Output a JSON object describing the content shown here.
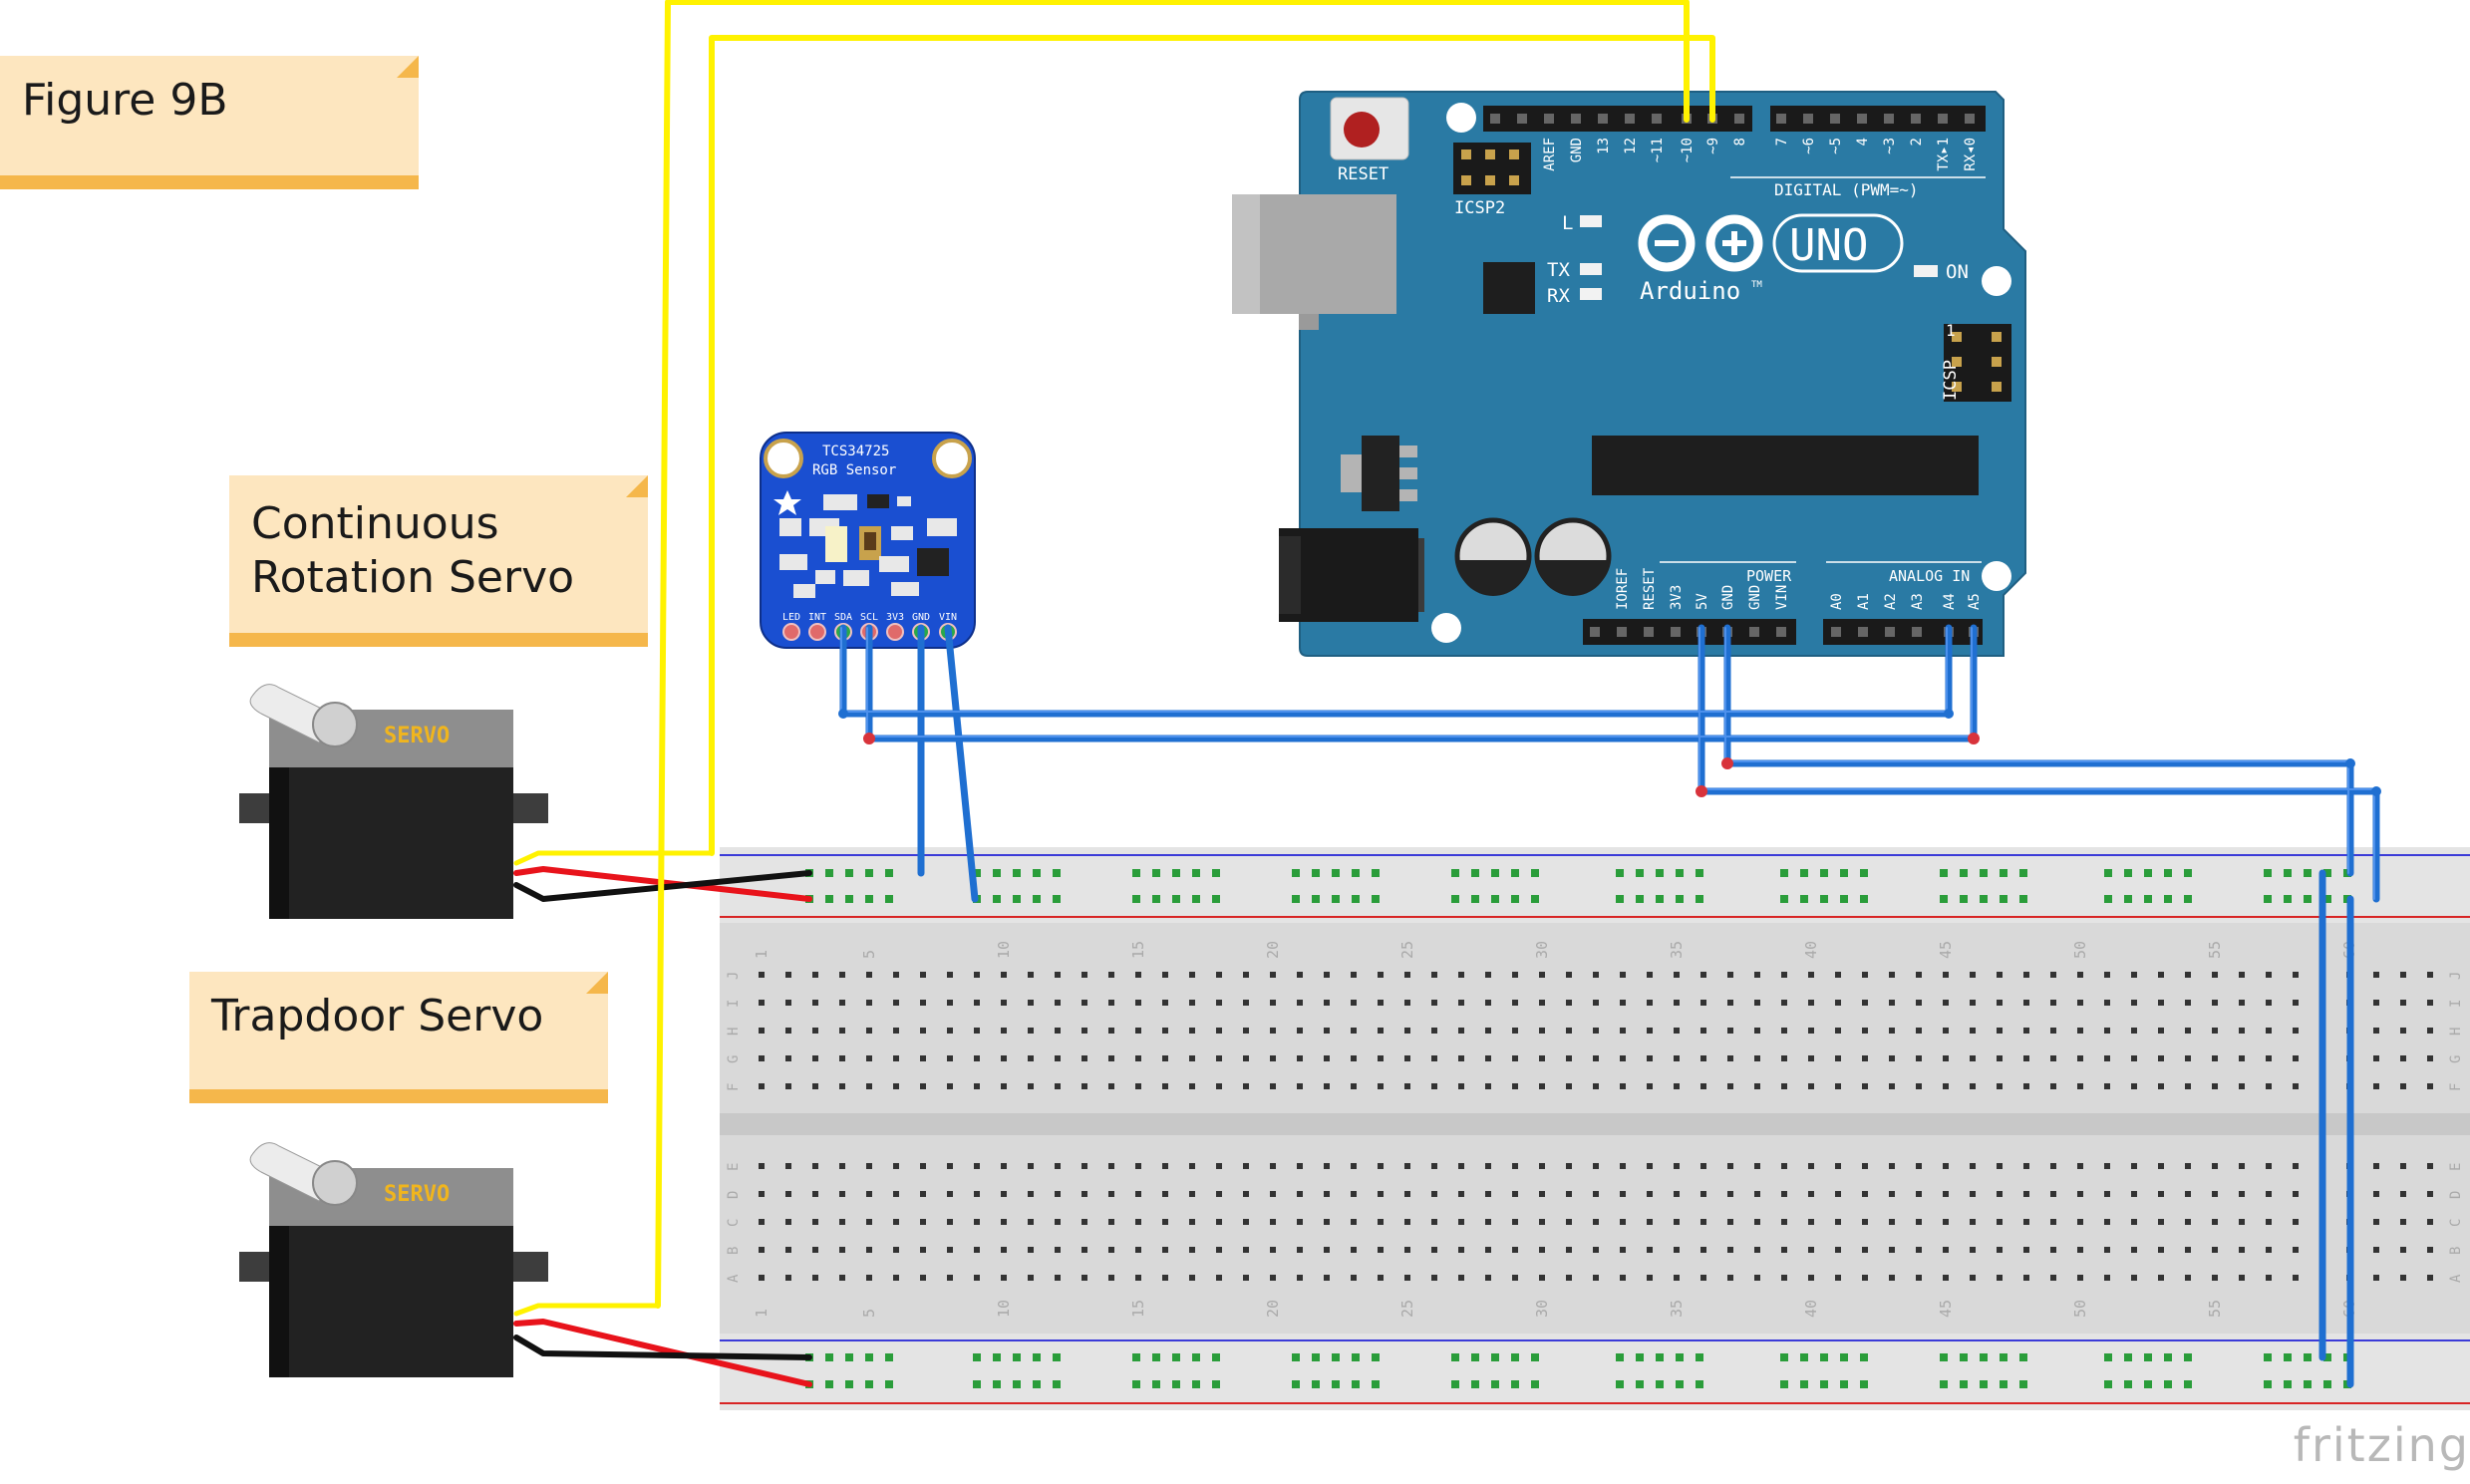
{
  "notes": {
    "figure_label": "Figure 9B",
    "continuous_line1": "Continuous",
    "continuous_line2": "Rotation Servo",
    "trapdoor_label": "Trapdoor Servo"
  },
  "servo": {
    "label": "SERVO"
  },
  "sensor": {
    "line1": "TCS34725",
    "line2": "RGB Sensor",
    "pins": [
      "LED",
      "INT",
      "SDA",
      "SCL",
      "3V3",
      "GND",
      "VIN"
    ]
  },
  "arduino": {
    "reset": "RESET",
    "icsp2": "ICSP2",
    "icsp": "ICSP",
    "icsp_pin1": "1",
    "uno": "UNO",
    "brand": "Arduino",
    "tm": "TM",
    "on": "ON",
    "l": "L",
    "tx": "TX",
    "rx": "RX",
    "digital": "DIGITAL (PWM=~)",
    "power": "POWER",
    "analog": "ANALOG IN",
    "top_pins_left": [
      "AREF",
      "GND",
      "13",
      "12",
      "~11",
      "~10",
      "~9",
      "8"
    ],
    "top_pins_right": [
      "7",
      "~6",
      "~5",
      "4",
      "~3",
      "2",
      "TX▸1",
      "RX◂0"
    ],
    "power_pins": [
      "IOREF",
      "RESET",
      "3V3",
      "5V",
      "GND",
      "GND",
      "VIN"
    ],
    "analog_pins": [
      "A0",
      "A1",
      "A2",
      "A3",
      "A4",
      "A5"
    ]
  },
  "breadboard": {
    "col_numbers": [
      "1",
      "5",
      "10",
      "15",
      "20",
      "25",
      "30",
      "35",
      "40",
      "45",
      "50",
      "55",
      "60"
    ],
    "rows_top": [
      "J",
      "I",
      "H",
      "G",
      "F"
    ],
    "rows_bottom": [
      "E",
      "D",
      "C",
      "B",
      "A"
    ]
  },
  "brand": "fritzing",
  "colors": {
    "arduino_board": "#2a7aa4",
    "sensor_board": "#1a4fd1",
    "wire_blue": "#1f6fd1",
    "wire_yellow": "#fff200",
    "wire_red": "#e8131b",
    "note_fill": "#fde6bf",
    "note_band": "#f5b74b",
    "servo_label": "#f0b51e"
  }
}
